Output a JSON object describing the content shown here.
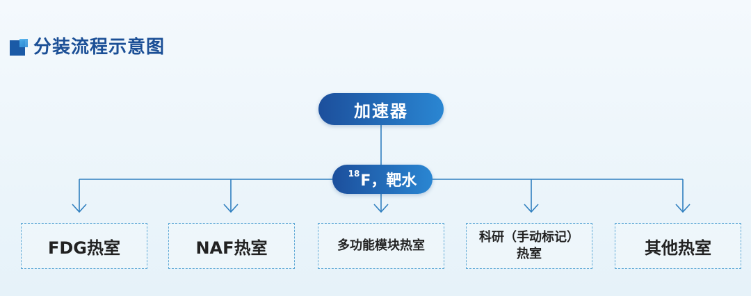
{
  "header": {
    "title": "分装流程示意图"
  },
  "diagram": {
    "root": "加速器",
    "intermediate": {
      "superscript": "18",
      "label": "F，靶水"
    },
    "leaves": [
      {
        "label": "FDG热室"
      },
      {
        "label": "NAF热室"
      },
      {
        "label": "多功能模块热室"
      },
      {
        "label": "科研（手动标记）\n热室"
      },
      {
        "label": "其他热室"
      }
    ]
  },
  "colors": {
    "title": "#1b4f96",
    "pill_start": "#1c4f9c",
    "pill_end": "#2a86d2",
    "connector": "#2f7fbf",
    "leaf_border": "#5fa9d6"
  },
  "icons": {
    "title_marker": "square-marker-icon"
  }
}
